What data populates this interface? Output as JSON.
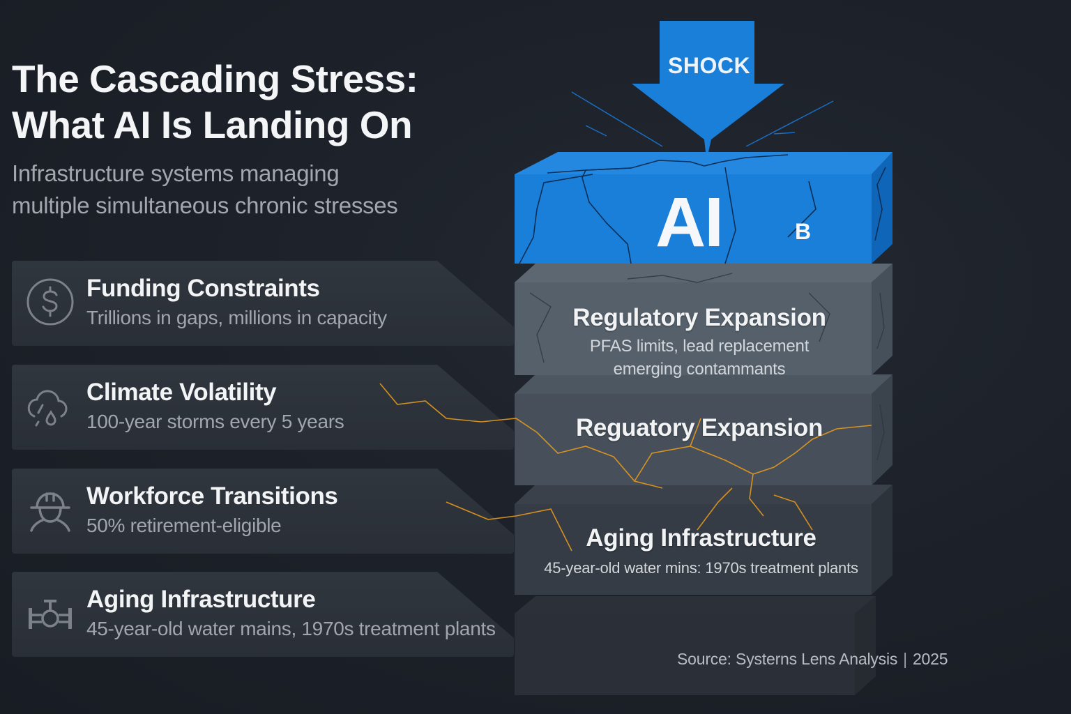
{
  "header": {
    "title_line1": "The Cascading Stress:",
    "title_line2": "What AI Is Landing On",
    "subtitle_line1": "Infrastructure systems managing",
    "subtitle_line2": "multiple simultaneous chronic stresses"
  },
  "stresses": [
    {
      "icon": "dollar-circle-icon",
      "title": "Funding Constraints",
      "description": "Trillions in gaps, millions in capacity"
    },
    {
      "icon": "storm-cloud-icon",
      "title": "Climate Volatility",
      "description": "100-year storms every 5 years"
    },
    {
      "icon": "hard-hat-worker-icon",
      "title": "Workforce Transitions",
      "description": "50% retirement-eligible"
    },
    {
      "icon": "pipe-valve-icon",
      "title": "Aging Infrastructure",
      "description": "45-year-old water mains, 1970s treatment plants"
    }
  ],
  "stack": {
    "shock_label": "SHOCK",
    "ai_block": {
      "label": "AI",
      "marker": "B"
    },
    "layers": [
      {
        "title": "Regulatory Expansion",
        "description_line1": "PFAS limits, lead replacement",
        "description_line2": "emerging contammants"
      },
      {
        "title": "Reguatory Expansion"
      },
      {
        "title": "Aging Infrastructure",
        "description_line1": "45-year-old water mins: 1970s treatment plants"
      },
      {
        "title": ""
      }
    ]
  },
  "footer": {
    "source": "Source: Systerns Lens Analysis",
    "separator": "|",
    "year": "2025"
  },
  "colors": {
    "background": "#1c2028",
    "accent_blue": "#1a7fd9",
    "crack_orange": "#e89a1c",
    "layer_gray": "#55606b"
  }
}
